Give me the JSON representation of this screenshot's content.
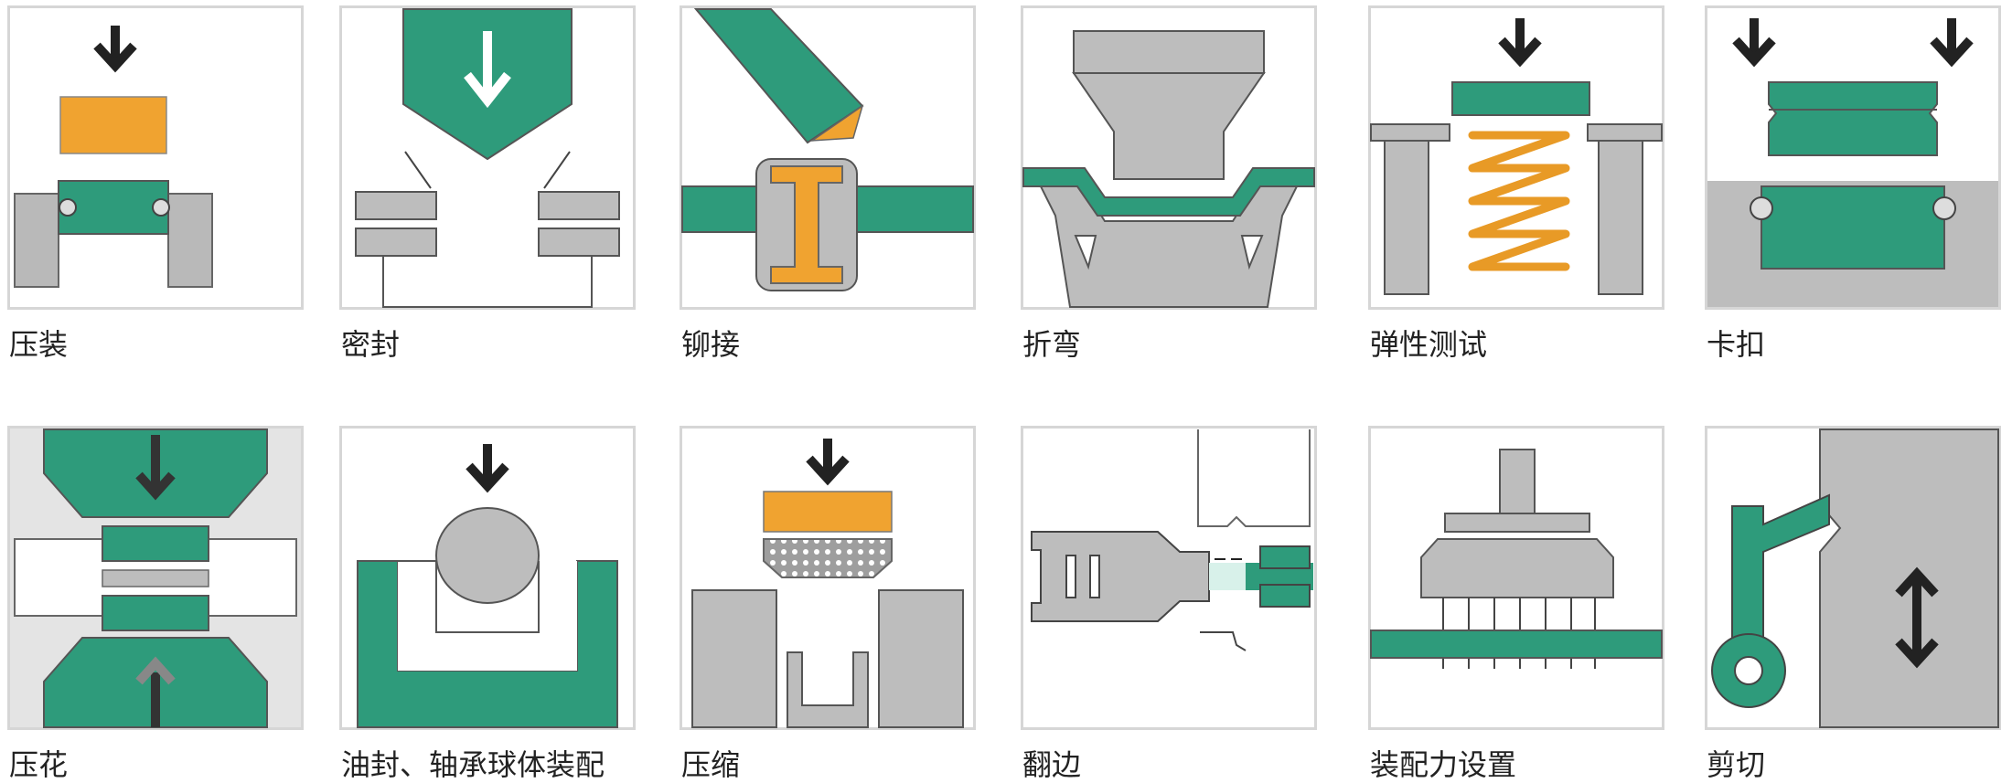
{
  "colors": {
    "teal": "#2E9B7B",
    "orange": "#F0A330",
    "gray": "#BDBDBD",
    "dark_arrow": "#222222",
    "frame": "#D6D6D6"
  },
  "icons": {
    "press_fit": "press-fit-icon",
    "seal": "seal-icon",
    "rivet": "rivet-icon",
    "bend": "bend-icon",
    "spring_test": "spring-test-icon",
    "snap_fit": "snap-fit-icon",
    "emboss": "emboss-icon",
    "oil_seal_bearing": "bearing-assembly-icon",
    "compress": "compress-icon",
    "flanging": "flanging-icon",
    "assembly_force": "assembly-force-icon",
    "shear": "shear-icon"
  },
  "labels": {
    "press_fit": "压装",
    "seal": "密封",
    "rivet": "铆接",
    "bend": "折弯",
    "spring_test": "弹性测试",
    "snap_fit": "卡扣",
    "emboss": "压花",
    "oil_seal_bearing": "油封、轴承球体装配",
    "compress": "压缩",
    "flanging": "翻边",
    "assembly_force": "装配力设置",
    "shear": "剪切"
  }
}
